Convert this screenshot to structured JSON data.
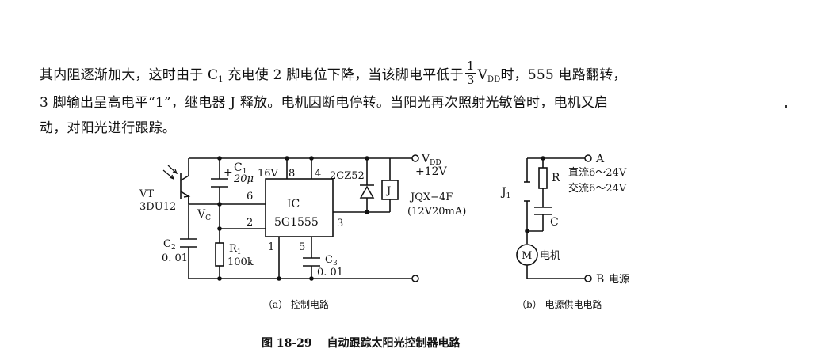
{
  "paragraph": {
    "line1_a": "其内阻逐渐加大，这时由于 C",
    "line1_a_sub": "1",
    "line1_b": " 充电使 2 脚电位下降，当该脚电平低于",
    "frac_num": "1",
    "frac_den": "3",
    "line1_c": "V",
    "line1_c_sub": "DD",
    "line1_d": "时，555 电路翻转，",
    "line2": "3 脚输出呈高电平“1”，继电器 J 释放。电机因断电停转。当阳光再次照射光敏管时，电机又启",
    "line3": "动，对阳光进行跟踪。"
  },
  "circuit_a": {
    "vdd": "V",
    "vdd_sub": "DD",
    "plus12": "+12V",
    "c1": "C",
    "c1_sub": "1",
    "c1_val": "20μ",
    "plus_sign": "+",
    "pin16": "16V",
    "pin8": "8",
    "pin4": "4",
    "pin6": "6",
    "pin2": "2",
    "pin1": "1",
    "pin5": "5",
    "pin3": "3",
    "diode": "2CZ52",
    "relay": "J",
    "relay_model": "JQX−4F",
    "relay_rating": "(12V20mA)",
    "vt": "VT",
    "vt_model": "3DU12",
    "vc": "V",
    "vc_sub": "C",
    "ic": "IC",
    "ic_model": "5G1555",
    "c2": "C",
    "c2_sub": "2",
    "c2_val": "0. 01",
    "r1": "R",
    "r1_sub": "1",
    "r1_val": "100k",
    "c3": "C",
    "c3_sub": "3",
    "c3_val": "0. 01",
    "caption": "（a） 控制电路"
  },
  "circuit_b": {
    "a": "A",
    "b": "B",
    "power": "电源",
    "r": "R",
    "c": "C",
    "j1": "J",
    "j1_sub": "1",
    "dc": "直流6～24V",
    "ac": "交流6～24V",
    "motor": "M",
    "motor_label": "电机",
    "caption": "（b） 电源供电电路"
  },
  "figure_caption": "图 18-29　 自动跟踪太阳光控制器电路",
  "icons": [
    "phototransistor-symbol",
    "diode-symbol",
    "relay-coil-symbol",
    "motor-symbol",
    "capacitor-symbol",
    "resistor-symbol"
  ]
}
